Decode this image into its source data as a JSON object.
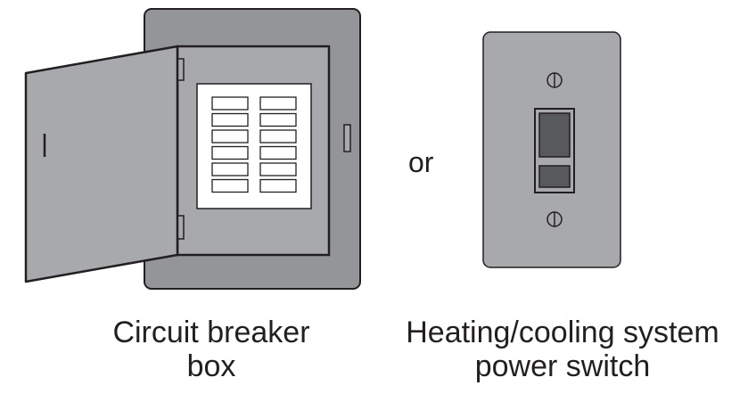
{
  "connector_word": "or",
  "items": [
    {
      "caption_line1": "Circuit breaker",
      "caption_line2": "box"
    },
    {
      "caption_line1": "Heating/cooling system",
      "caption_line2": "power switch"
    }
  ],
  "colors": {
    "panel_fill": "#a7a9ac",
    "panel_fill_dark": "#939598",
    "outline": "#231f20",
    "breaker_slot": "#ffffff",
    "toggle_dark": "#58595b",
    "text": "#231f20"
  }
}
